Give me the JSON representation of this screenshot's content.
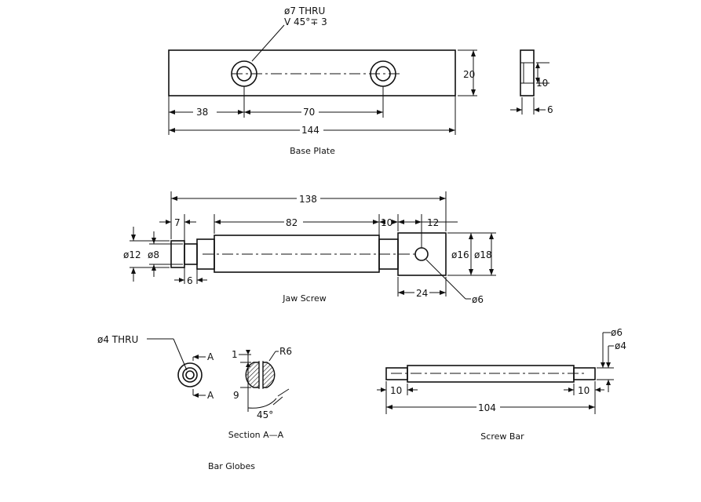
{
  "base_plate": {
    "note_line1": "ø7 THRU",
    "note_line2": "V 45°∓ 3",
    "dim_height": "20",
    "dim_38": "38",
    "dim_70": "70",
    "dim_144": "144",
    "side_dim_10": "10",
    "side_dim_6": "6",
    "caption": "Base Plate"
  },
  "jaw_screw": {
    "dim_138": "138",
    "dim_7": "7",
    "dim_82": "82",
    "dim_10": "10",
    "dim_12": "12",
    "dim_d12": "ø12",
    "dim_d8": "ø8",
    "dim_d16": "ø16",
    "dim_d18": "ø18",
    "dim_6": "6",
    "dim_24": "24",
    "dim_d6": "ø6",
    "caption": "Jaw Screw"
  },
  "bar_globes": {
    "note_thru": "ø4 THRU",
    "label_a_top": "A",
    "label_a_bottom": "A",
    "dim_r6": "R6",
    "dim_1": "1",
    "dim_9": "9",
    "dim_45": "45°",
    "section_caption": "Section A—A",
    "caption": "Bar Globes"
  },
  "screw_bar": {
    "dim_d6": "ø6",
    "dim_d4": "ø4",
    "dim_10_left": "10",
    "dim_10_right": "10",
    "dim_104": "104",
    "caption": "Screw Bar"
  }
}
